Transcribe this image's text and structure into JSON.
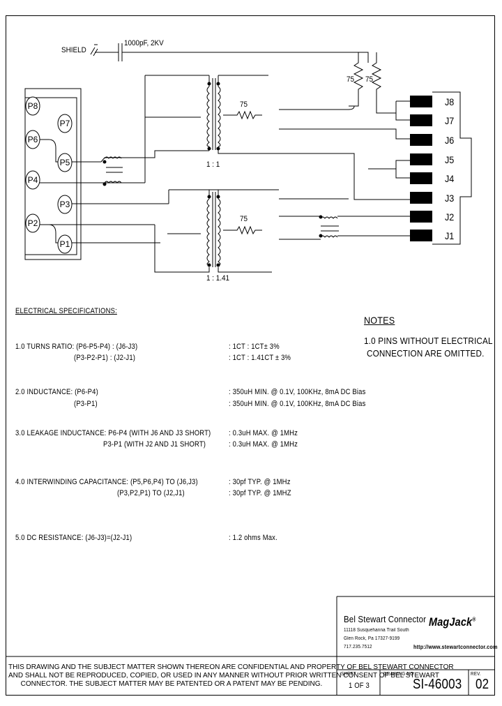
{
  "schematic": {
    "shield_label": "SHIELD",
    "cap_label": "1000pF, 2KV",
    "resistor_label": "75",
    "res_top_left": "75",
    "res_top_right": "75",
    "ratio_top": "1 : 1",
    "ratio_bottom": "1 : 1.41",
    "left_pins": [
      "P8",
      "P7",
      "P6",
      "P5",
      "P4",
      "P3",
      "P2",
      "P1"
    ],
    "right_pins": [
      "J8",
      "J7",
      "J6",
      "J5",
      "J4",
      "J3",
      "J2",
      "J1"
    ]
  },
  "specs": {
    "header": "ELECTRICAL SPECIFICATIONS:",
    "items": [
      {
        "label_1": "1.0  TURNS RATIO: (P6-P5-P4) : (J6-J3)",
        "label_2": "(P3-P2-P1) : (J2-J1)",
        "value_1": ":  1CT : 1CT± 3%",
        "value_2": ":  1CT : 1.41CT  ± 3%"
      },
      {
        "label_1": "2.0  INDUCTANCE:  (P6-P4)",
        "label_2": "(P3-P1)",
        "value_1": ":  350uH MIN. @ 0.1V, 100KHz, 8mA DC Bias",
        "value_2": ":  350uH MIN. @ 0.1V, 100KHz, 8mA DC Bias"
      },
      {
        "label_1": "3.0  LEAKAGE INDUCTANCE:  P6-P4 (WITH J6 AND J3 SHORT)",
        "label_2": "P3-P1 (WITH J2 AND J1 SHORT)",
        "value_1": ":  0.3uH MAX. @ 1MHz",
        "value_2": ":  0.3uH MAX. @ 1MHz"
      },
      {
        "label_1": "4.0  INTERWINDING CAPACITANCE: (P5,P6,P4)  TO (J6,J3)",
        "label_2": "(P3,P2,P1)  TO (J2,J1)",
        "value_1": ":  30pf TYP. @ 1MHz",
        "value_2": ":  30pf TYP. @ 1MHZ"
      },
      {
        "label_1": "5.0  DC RESISTANCE: (J6-J3)=(J2-J1)",
        "label_2": "",
        "value_1": ":  1.2 ohms Max.",
        "value_2": ""
      }
    ]
  },
  "notes": {
    "title": "NOTES",
    "line1": "1.0 PINS WITHOUT ELECTRICAL",
    "line2": "CONNECTION ARE OMITTED."
  },
  "title_block": {
    "company": "Bel Stewart Connector",
    "address_1": "11118 Susquehanna Trail South",
    "address_2": "Glen Rock, Pa  17327-9199",
    "address_3": "717.235.7512",
    "logo": "MagJack",
    "logo_mark": "®",
    "website": "http://www.stewartconnector.com",
    "sheet_label": "SHEET",
    "sheet_value": "1 OF 3",
    "drawing_label": "DRAWING NO.",
    "drawing_no": "SI-46003",
    "rev_label": "REV.",
    "rev": "02"
  },
  "legal": {
    "line1": "THIS DRAWING AND THE SUBJECT MATTER SHOWN THEREON ARE CONFIDENTIAL AND PROPERTY OF BEL STEWART CONNECTOR",
    "line2": "AND SHALL NOT BE REPRODUCED, COPIED, OR USED IN ANY MANNER WITHOUT PRIOR WRITTEN CONSENT OF BEL STEWART",
    "line3": "CONNECTOR.  THE SUBJECT MATTER MAY BE PATENTED OR A PATENT MAY BE PENDING."
  }
}
